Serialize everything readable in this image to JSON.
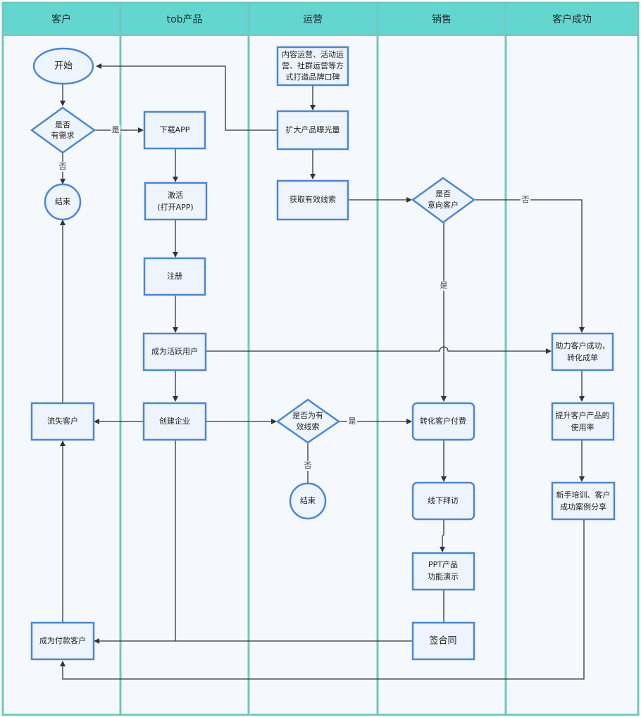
{
  "lanes": {
    "customer": "客户",
    "tob_product": "tob产品",
    "operations": "运营",
    "sales": "销售",
    "customer_success": "客户成功"
  },
  "nodes": {
    "start": "开始",
    "need_q_line1": "是否",
    "need_q_line2": "有需求",
    "end_customer": "结束",
    "lost_customer": "流失客户",
    "paying_customer": "成为付款客户",
    "download_app": "下载APP",
    "activate_line1": "激活",
    "activate_line2": "(打开APP)",
    "register": "注册",
    "active_user": "成为活跃用户",
    "create_enterprise": "创建企业",
    "content_ops_line1": "内容运营、活动运",
    "content_ops_line2": "营、社群运营等方",
    "content_ops_line3": "式打造品牌口碑",
    "expand_exposure": "扩大产品曝光量",
    "get_leads": "获取有效线索",
    "valid_lead_q_line1": "是否为有",
    "valid_lead_q_line2": "效线索",
    "end_ops": "结束",
    "intent_q_line1": "是否",
    "intent_q_line2": "意向客户",
    "convert_payment": "转化客户付费",
    "offline_visit": "线下拜访",
    "ppt_demo_line1": "PPT产品",
    "ppt_demo_line2": "功能演示",
    "sign_contract": "签合同",
    "help_success_line1": "助力客户成功，",
    "help_success_line2": "转化成单",
    "improve_usage_line1": "提升客户产品的",
    "improve_usage_line2": "使用率",
    "training_line1": "新手培训、客户",
    "training_line2": "成功案例分享"
  },
  "edge_labels": {
    "need_yes": "是",
    "need_no": "否",
    "intent_yes": "是",
    "intent_no": "否",
    "lead_yes": "是",
    "lead_no": "否"
  },
  "colors": {
    "header": "#63d6cf",
    "lane_border": "#6fc8c1",
    "lane_bg": "#f5f9fd",
    "node_stroke": "#4a87d4",
    "node_fill": "#eef4fb",
    "edge": "#333333"
  }
}
